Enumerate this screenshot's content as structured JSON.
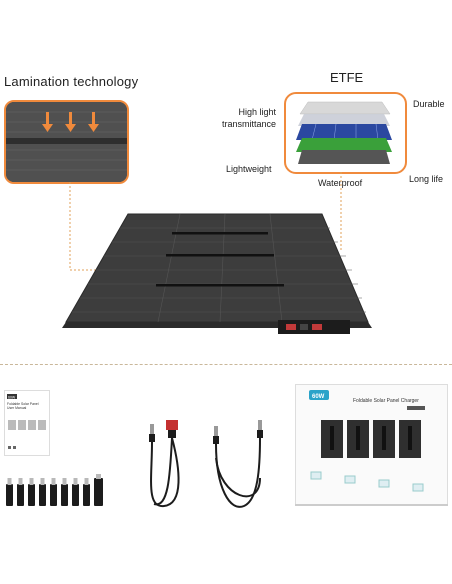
{
  "lamination": {
    "title": "Lamination technology"
  },
  "etfe": {
    "title": "ETFE",
    "labels": {
      "high_light": "High light transmittance",
      "durable": "Durable",
      "lightweight": "Lightweight",
      "waterproof": "Waterproof",
      "long_life": "Long life"
    }
  },
  "manual": {
    "badge": "60W",
    "line1": "Foldable Solar Panel",
    "line2": "User Manual"
  },
  "box": {
    "badge": "60W",
    "title": "Foldable Solar Panel Charger"
  },
  "colors": {
    "accent_orange": "#f08a3c",
    "panel_dark": "#3f3f3f",
    "box_badge": "#2aa3c9"
  }
}
